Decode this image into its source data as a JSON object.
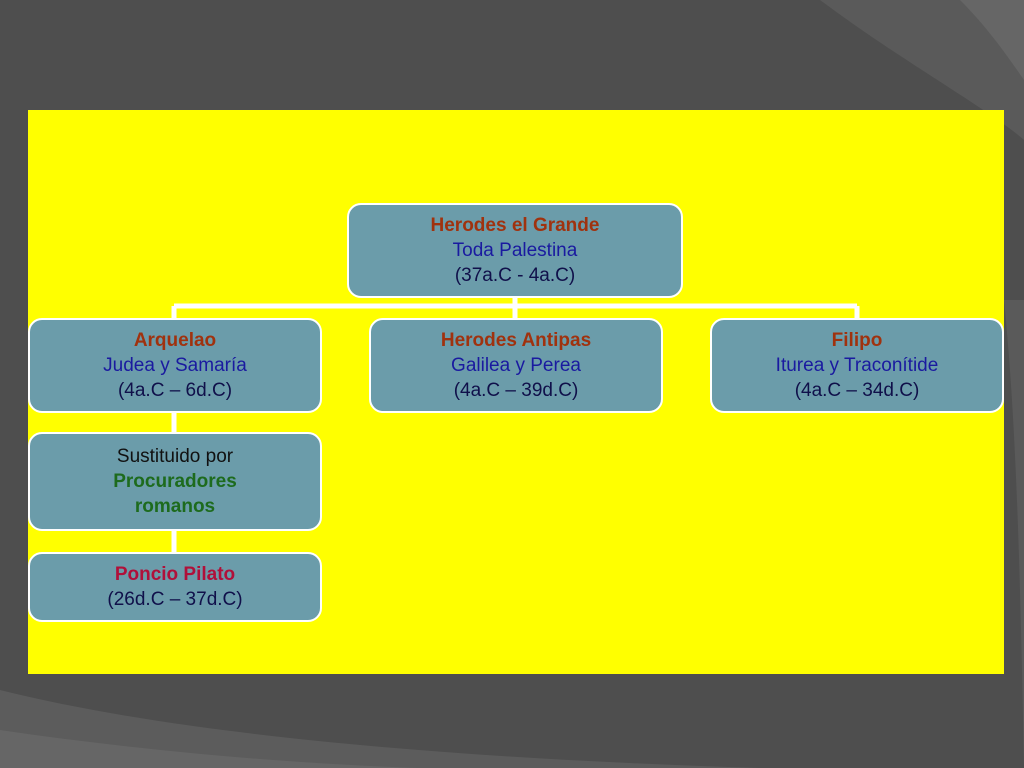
{
  "diagram": {
    "root": {
      "name": "Herodes el Grande",
      "region": "Toda Palestina",
      "dates": "(37a.C - 4a.C)"
    },
    "children": [
      {
        "name": "Arquelao",
        "region": "Judea y Samaría",
        "dates": "(4a.C – 6d.C)"
      },
      {
        "name": "Herodes Antipas",
        "region": "Galilea y Perea",
        "dates": "(4a.C – 39d.C)"
      },
      {
        "name": "Filipo",
        "region": "Iturea y Traconítide",
        "dates": "(4a.C – 34d.C)"
      }
    ],
    "substitution": {
      "line1": "Sustituido por",
      "line2": "Procuradores",
      "line3": "romanos"
    },
    "procurator": {
      "name": "Poncio Pilato",
      "dates": "(26d.C – 37d.C)"
    }
  },
  "colors": {
    "panel_background": "#ffff00",
    "node_fill": "#6b9caa",
    "slide_background": "#4e4e4e"
  }
}
